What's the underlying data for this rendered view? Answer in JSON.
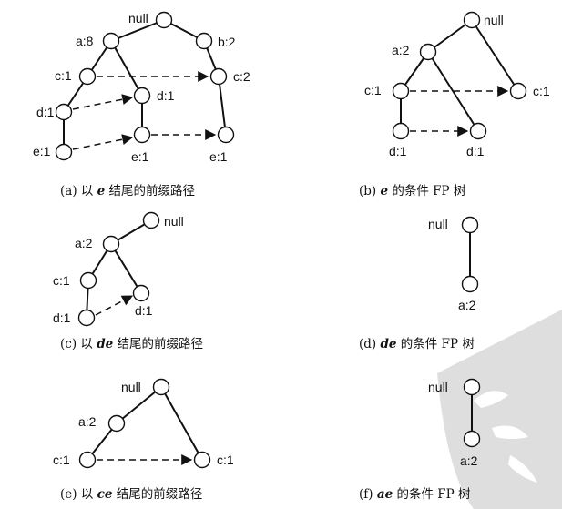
{
  "panels": {
    "a": {
      "labels": [
        "null",
        "a:8",
        "b:2",
        "c:1",
        "c:2",
        "d:1",
        "d:1",
        "e:1",
        "e:1",
        "e:1"
      ],
      "caption": {
        "prefix": "(a) 以 ",
        "var": "e",
        "suffix": " 结尾的前缀路径"
      }
    },
    "b": {
      "labels": [
        "null",
        "a:2",
        "c:1",
        "c:1",
        "d:1",
        "d:1"
      ],
      "caption": {
        "prefix": "(b) ",
        "var": "e",
        "suffix": " 的条件 FP 树"
      }
    },
    "c": {
      "labels": [
        "null",
        "a:2",
        "c:1",
        "d:1",
        "d:1"
      ],
      "caption": {
        "prefix": "(c) 以 ",
        "var": "de",
        "suffix": " 结尾的前缀路径"
      }
    },
    "d": {
      "labels": [
        "null",
        "a:2"
      ],
      "caption": {
        "prefix": "(d) ",
        "var": "de",
        "suffix": " 的条件 FP 树"
      }
    },
    "e": {
      "labels": [
        "null",
        "a:2",
        "c:1",
        "c:1"
      ],
      "caption": {
        "prefix": "(e) 以 ",
        "var": "ce",
        "suffix": " 结尾的前缀路径"
      }
    },
    "f": {
      "labels": [
        "null",
        "a:2"
      ],
      "caption": {
        "prefix": "(f) ",
        "var": "ae",
        "suffix": " 的条件 FP 树"
      }
    }
  }
}
